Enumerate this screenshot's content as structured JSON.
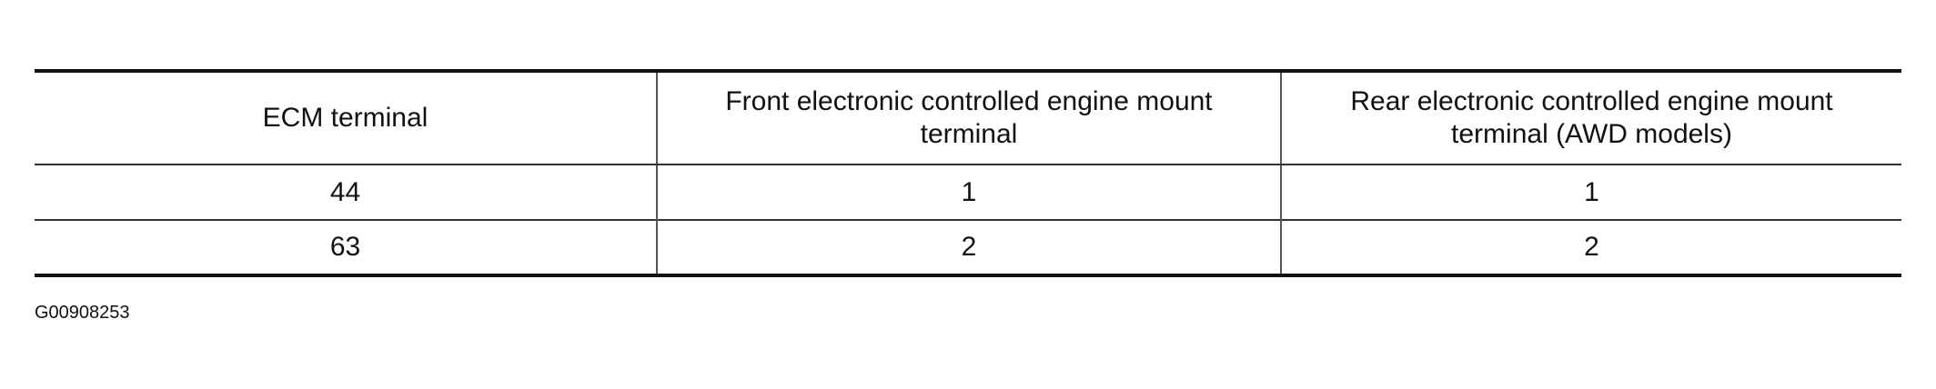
{
  "table": {
    "headers": [
      "ECM terminal",
      "Front electronic controlled engine mount terminal",
      "Rear electronic controlled engine mount terminal (AWD models)"
    ],
    "rows": [
      [
        "44",
        "1",
        "1"
      ],
      [
        "63",
        "2",
        "2"
      ]
    ]
  },
  "figure_id": "G00908253"
}
